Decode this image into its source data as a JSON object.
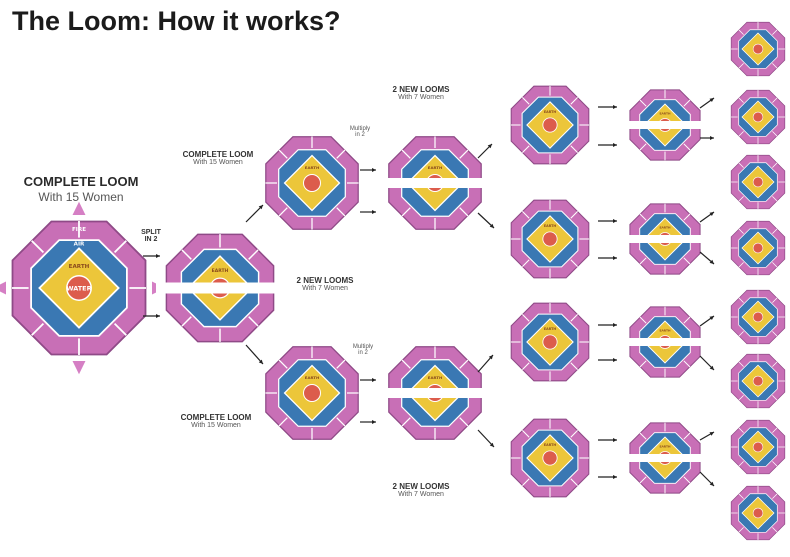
{
  "title": "The Loom: How it works?",
  "labels": {
    "complete_15_main": {
      "line1": "COMPLETE LOOM",
      "line2": "With 15 Women"
    },
    "complete_15_top": {
      "line1": "COMPLETE LOOM",
      "line2": "With 15 Women"
    },
    "complete_15_bottom": {
      "line1": "COMPLETE LOOM",
      "line2": "With 15 Women"
    },
    "split": {
      "line1": "SPLIT",
      "line2": "IN 2"
    },
    "new_looms_mid": {
      "line1": "2 NEW LOOMS",
      "line2": "With 7 Women"
    },
    "new_looms_top": {
      "line1": "2 NEW LOOMS",
      "line2": "With 7 Women"
    },
    "new_looms_bottom": {
      "line1": "2 NEW LOOMS",
      "line2": "With 7 Women"
    },
    "multiply_top": {
      "line1": "Multiply",
      "line2": "in 2"
    },
    "multiply_bottom": {
      "line1": "Multiply",
      "line2": "in 2"
    }
  },
  "loom_rings": {
    "outer": "FIRE",
    "second": "AIR",
    "third": "EARTH",
    "center": "WATER"
  },
  "colors": {
    "fire": "#c86fb6",
    "fire_edge": "#8f4a87",
    "air": "#3a78b3",
    "earth": "#ecc63a",
    "water": "#dc5c4c",
    "arrow": "#222222",
    "pointer": "#d57fc4"
  }
}
